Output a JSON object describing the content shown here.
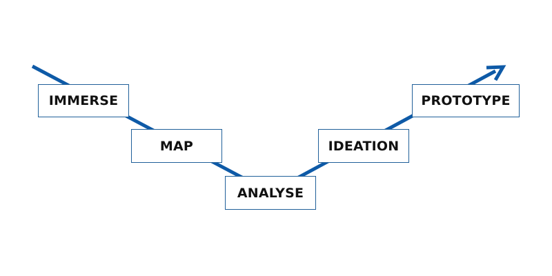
{
  "diagram": {
    "line_color": "#0e5aa7",
    "box_border_color": "#1f5f99",
    "stages": [
      {
        "label": "IMMERSE"
      },
      {
        "label": "MAP"
      },
      {
        "label": "ANALYSE"
      },
      {
        "label": "IDEATION"
      },
      {
        "label": "PROTOTYPE"
      }
    ]
  }
}
